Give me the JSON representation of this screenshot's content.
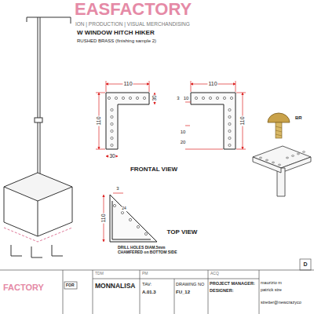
{
  "diagram": {
    "labels": [
      "EASFACTORY",
      "ION | PRODUCTION | VISUAL MERCHANDISING",
      "W WINDOW HITCH HIKER",
      "RUSHED BRASS (finishing sample 2)",
      "110",
      "110",
      "30",
      "30",
      "110",
      "3",
      "10",
      "10",
      "20",
      "110",
      "FRONTAL VIEW",
      "BR",
      "3",
      "110",
      "24",
      "DRILL HOLES DIAM.5mm CHAMFERED on BOTTOM SIDE",
      "TOP VIEW",
      "D",
      "TDM",
      "PM",
      "ACQ",
      "FACTORY",
      "FOR",
      "MONNALISA",
      "TAV:",
      "A.01.3",
      "DRAWING NO",
      "FU_12",
      "PROJECT MANAGER:",
      "DESIGNER:",
      "maurizio m",
      "patrick stre",
      "stretter@newcrazyco"
    ]
  }
}
